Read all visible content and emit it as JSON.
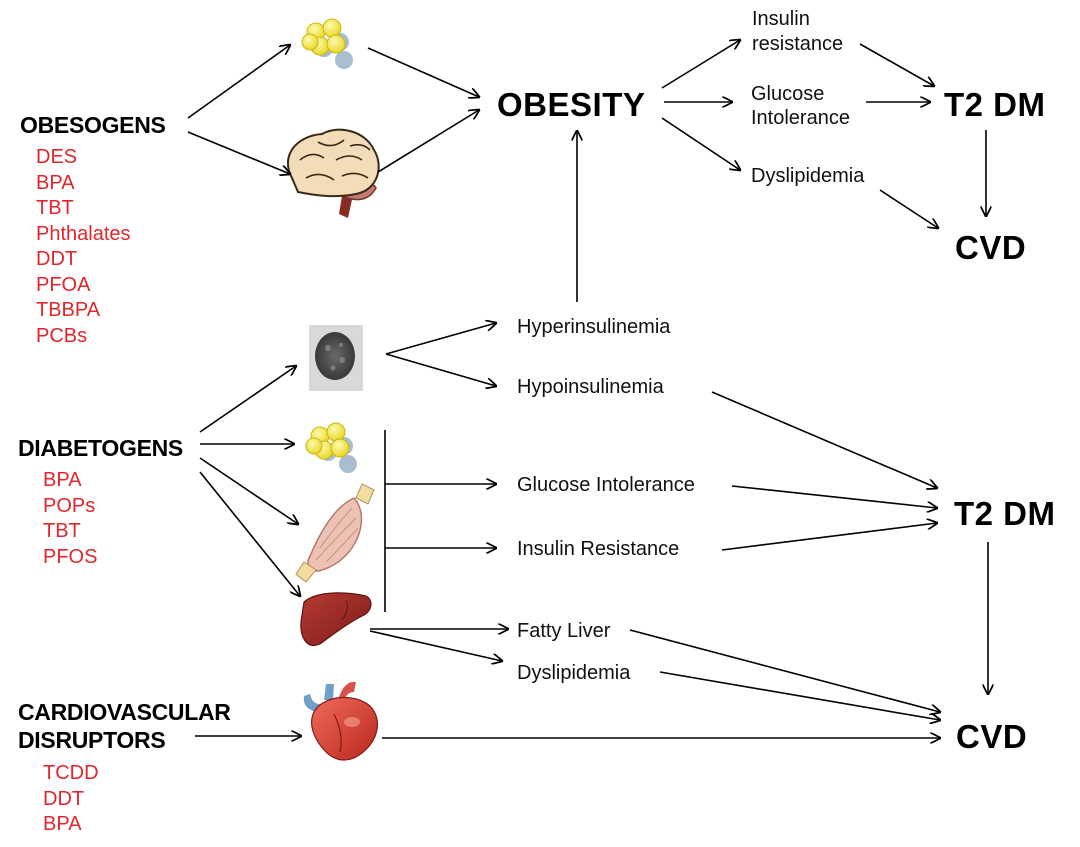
{
  "colors": {
    "chemical_text": "#e0262c",
    "arrow": "#000000",
    "fat_cell": "#f5e63a"
  },
  "groups": {
    "obesogens": {
      "title": "OBESOGENS",
      "chemicals": [
        "DES",
        "BPA",
        "TBT",
        "Phthalates",
        "DDT",
        "PFOA",
        "TBBPA",
        "PCBs"
      ]
    },
    "diabetogens": {
      "title": "DIABETOGENS",
      "chemicals": [
        "BPA",
        "POPs",
        "TBT",
        "PFOS"
      ]
    },
    "cardio": {
      "title_line1": "CARDIOVASCULAR",
      "title_line2": "DISRUPTORS",
      "chemicals": [
        "TCDD",
        "DDT",
        "BPA"
      ]
    }
  },
  "outcomes": {
    "obesity": "OBESITY",
    "t2dm_top": "T2 DM",
    "cvd_top": "CVD",
    "t2dm_mid": "T2 DM",
    "cvd_bottom": "CVD"
  },
  "top_effects": {
    "insulin_resistance_line1": "Insulin",
    "insulin_resistance_line2": "resistance",
    "glucose_intolerance_line1": "Glucose",
    "glucose_intolerance_line2": "Intolerance",
    "dyslipidemia": "Dyslipidemia"
  },
  "lower_effects": {
    "hyperinsulinemia": "Hyperinsulinemia",
    "hypoinsulinemia": "Hypoinsulinemia",
    "glucose_intolerance": "Glucose Intolerance",
    "insulin_resistance": "Insulin Resistance",
    "fatty_liver": "Fatty Liver",
    "dyslipidemia": "Dyslipidemia"
  },
  "icons": [
    "fat-cells-icon",
    "brain-icon",
    "pancreatic-islet-icon",
    "muscle-icon",
    "liver-icon",
    "heart-icon"
  ]
}
